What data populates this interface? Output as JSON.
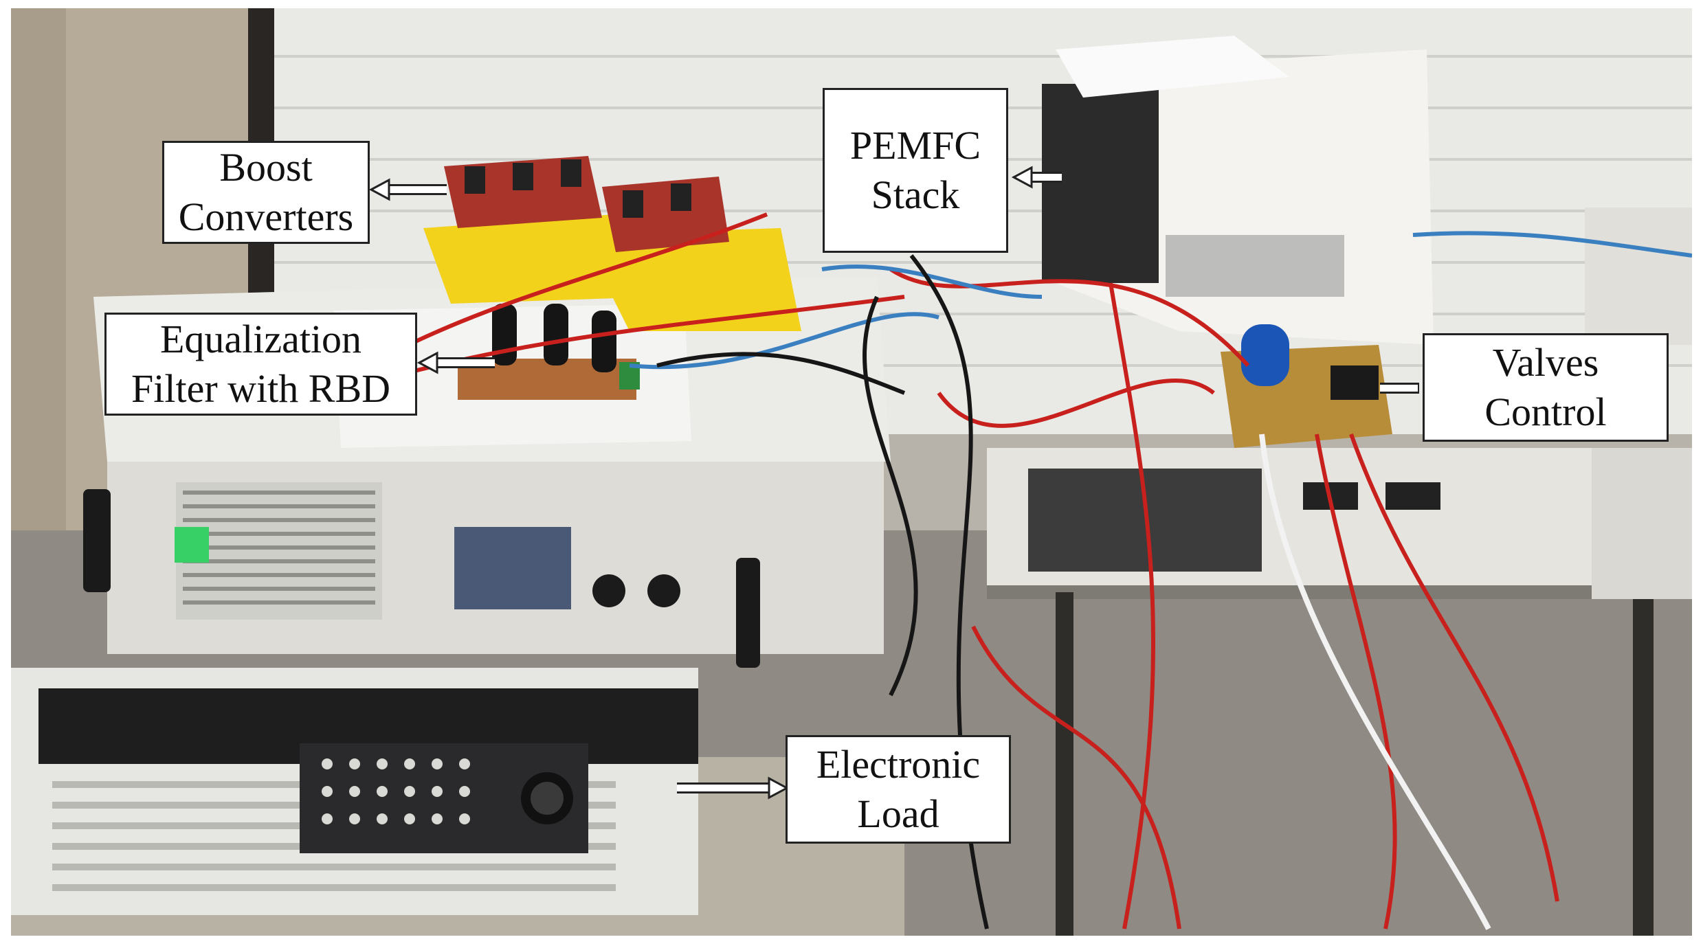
{
  "labels": {
    "boost": {
      "line1": "Boost",
      "line2": "Converters"
    },
    "equalization": {
      "line1": "Equalization",
      "line2": "Filter with RBD"
    },
    "pemfc": {
      "line1": "PEMFC",
      "line2": "Stack"
    },
    "valves": {
      "line1": "Valves",
      "line2": "Control"
    },
    "load": {
      "line1": "Electronic",
      "line2": "Load"
    }
  },
  "colors": {
    "label_border": "#222222",
    "arrow": "#ffffff",
    "wire_red": "#c8201c",
    "wire_blue": "#3a7fc0",
    "bin_yellow": "#f2d21b",
    "pcb_red": "#a8342a",
    "power_switch_green": "#36d066"
  }
}
